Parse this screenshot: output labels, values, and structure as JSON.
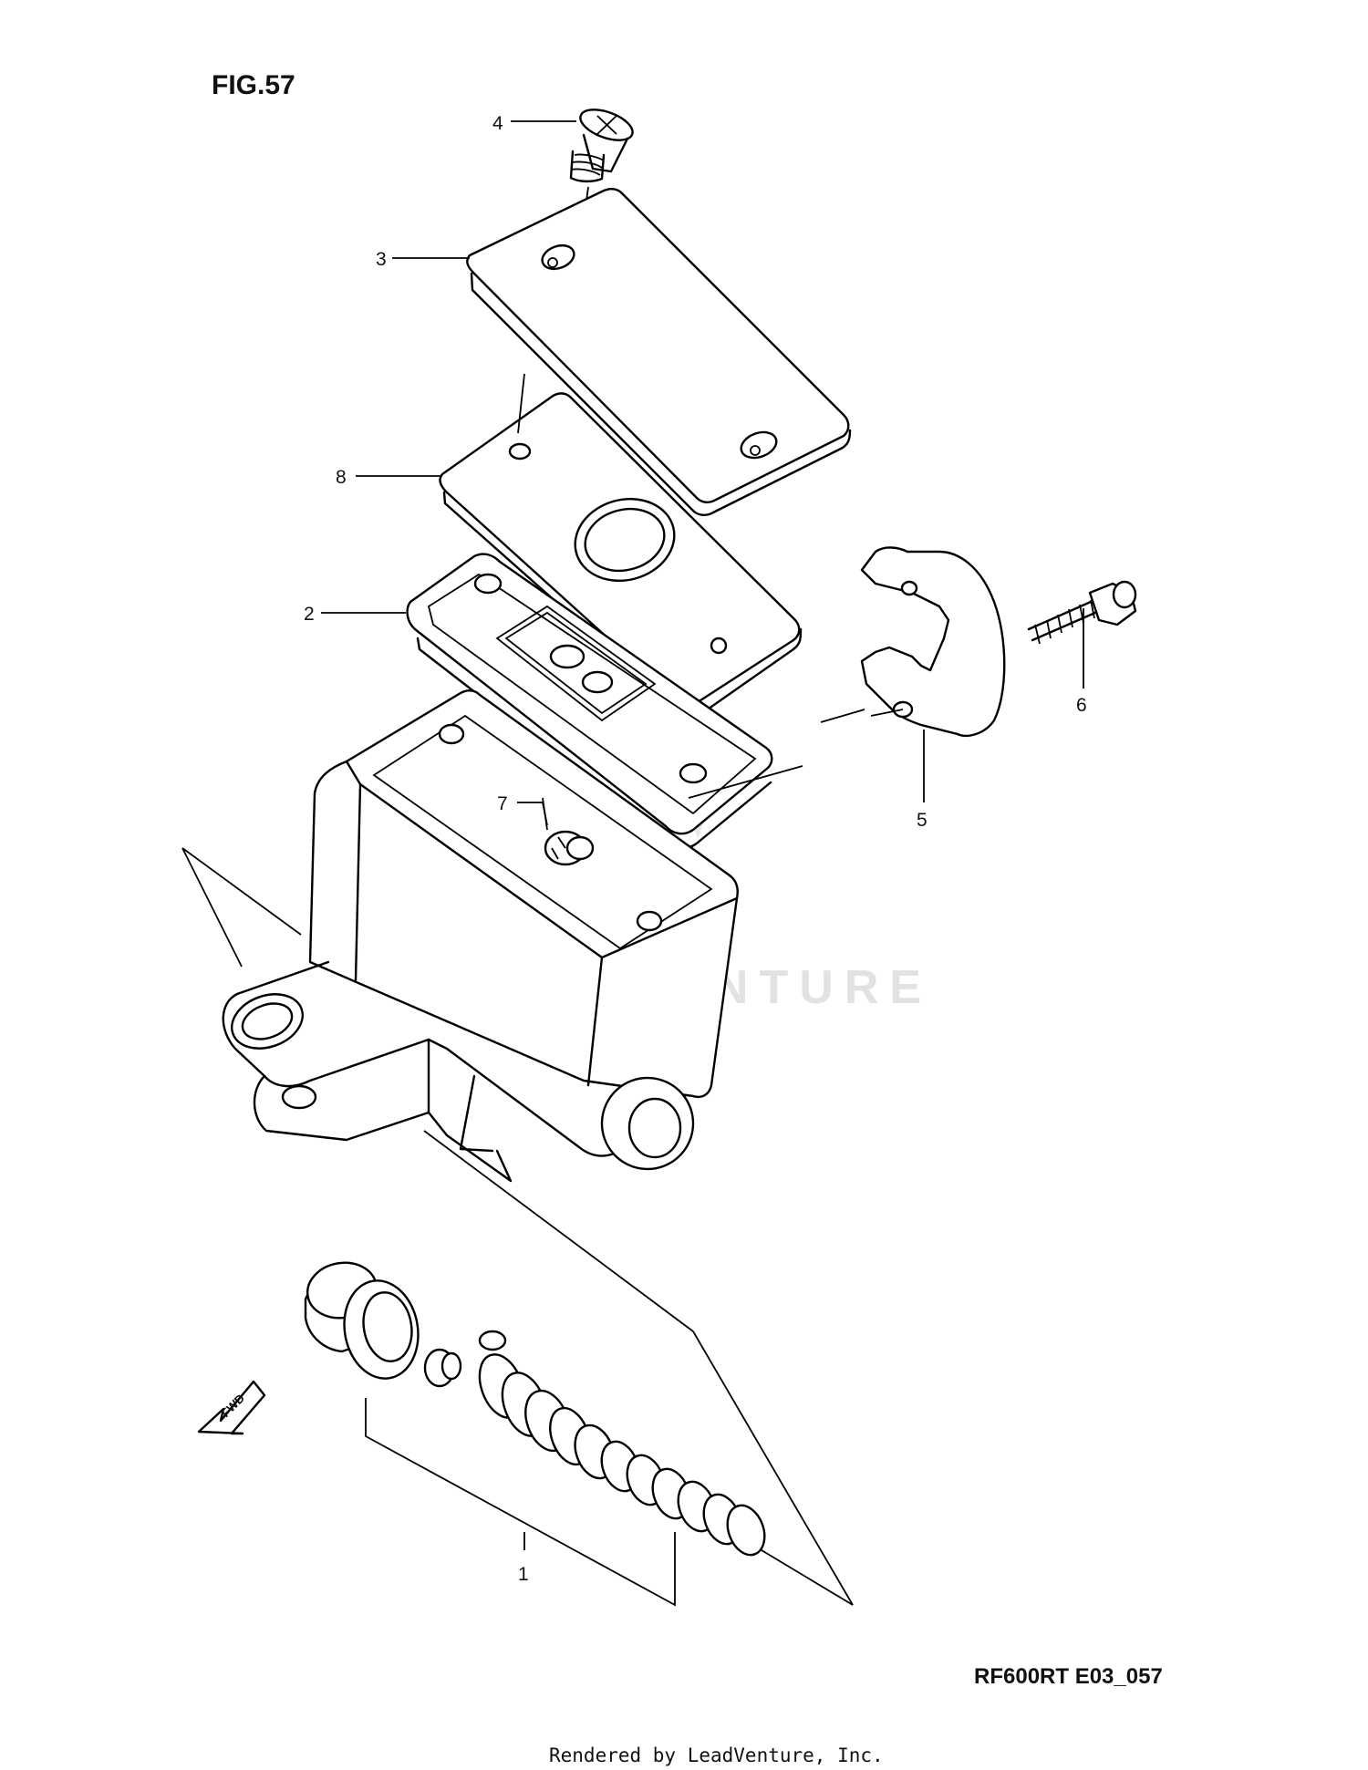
{
  "figure_label": "FIG.57",
  "diagram_code": "RF600RT E03_057",
  "watermark": "LEADVENTURE",
  "rendered_by": "Rendered by LeadVenture, Inc.",
  "fwd_arrow_text": "FWD",
  "callouts": [
    "1",
    "2",
    "3",
    "4",
    "5",
    "6",
    "7",
    "8"
  ]
}
